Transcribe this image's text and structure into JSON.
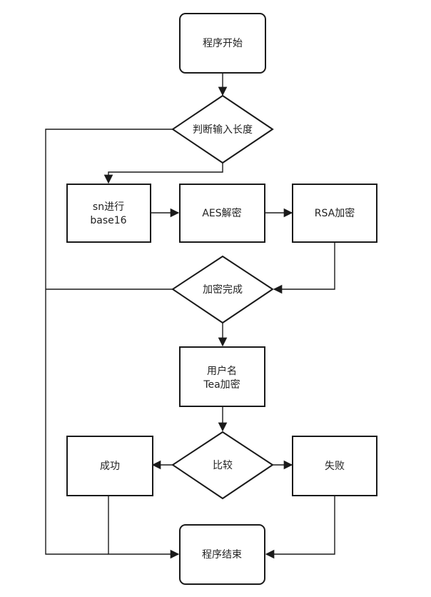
{
  "nodes": {
    "start": "程序开始",
    "check_length": "判断输入长度",
    "sn_base16_line1": "sn进行",
    "sn_base16_line2": "base16",
    "aes_decrypt": "AES解密",
    "rsa_encrypt": "RSA加密",
    "encrypt_done": "加密完成",
    "username_tea_line1": "用户名",
    "username_tea_line2": "Tea加密",
    "compare": "比较",
    "success": "成功",
    "fail": "失败",
    "end": "程序结束"
  }
}
